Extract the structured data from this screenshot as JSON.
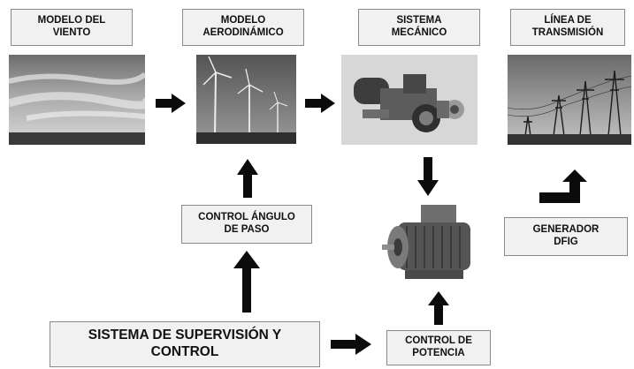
{
  "header_boxes": {
    "wind_model": "MODELO DEL\nVIENTO",
    "aero_model": "MODELO\nAERODINÁMICO",
    "mech_system": "SISTEMA\nMECÁNICO",
    "trans_line": "LÍNEA DE\nTRANSMISIÓN"
  },
  "control_boxes": {
    "pitch_control": "CONTROL ÁNGULO\nDE PASO",
    "generator": "GENERADOR\nDFIG",
    "supervision": "SISTEMA DE SUPERVISIÓN Y\nCONTROL",
    "power_control": "CONTROL DE\nPOTENCIA"
  },
  "colors": {
    "arrow": "#0b0b0b",
    "box_fill": "#f1f1f1",
    "box_border": "#8a8a8a"
  },
  "icons": [
    "sky-photo",
    "wind-turbines-photo",
    "gearbox-photo",
    "power-lines-photo",
    "motor-photo"
  ]
}
